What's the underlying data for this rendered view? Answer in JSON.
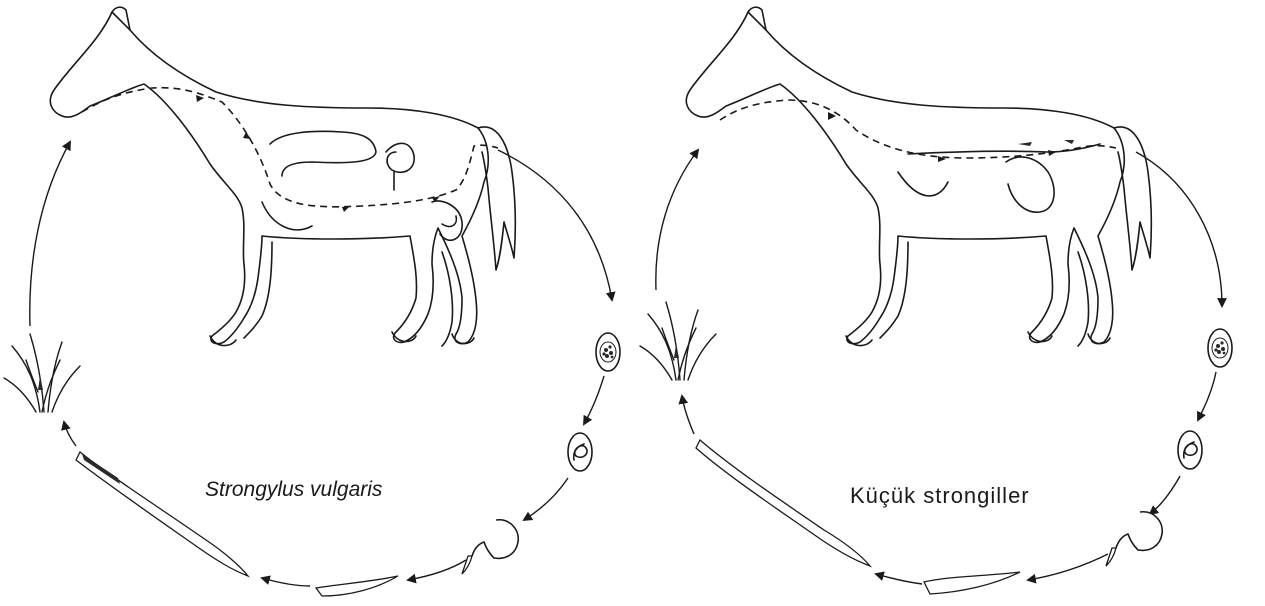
{
  "panels": [
    {
      "id": "left",
      "label": "Strongylus vulgaris"
    },
    {
      "id": "right",
      "label": "Küçük strongiller"
    }
  ],
  "icons": {
    "host": "horse-silhouette",
    "egg": "strongyle-egg",
    "embryonated_egg": "larvated-egg",
    "hatching": "hatching-egg",
    "larva": "free-living-larva",
    "infective_stage": "grass-tuft-with-larva"
  }
}
